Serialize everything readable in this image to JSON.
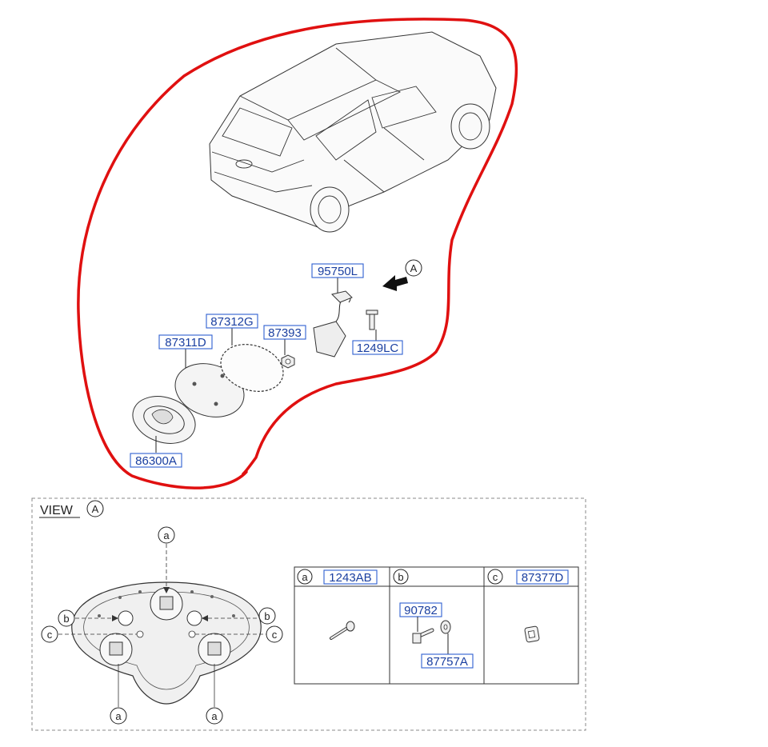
{
  "view_title": "VIEW",
  "view_marker": "A",
  "arrow_marker": "A",
  "parts": {
    "p95750L": "95750L",
    "p87312G": "87312G",
    "p87393": "87393",
    "p87311D": "87311D",
    "p1249LC": "1249LC",
    "p86300A": "86300A"
  },
  "callouts": {
    "a": "a",
    "b": "b",
    "c": "c"
  },
  "table": {
    "columns": [
      {
        "letter": "a",
        "part": "1243AB"
      },
      {
        "letter": "b",
        "part": ""
      },
      {
        "letter": "c",
        "part": "87377D"
      }
    ],
    "b_parts": {
      "top": "90782",
      "bottom": "87757A"
    }
  },
  "colors": {
    "red_outline": "#e01010",
    "part_label": "#1a3fa0",
    "label_box": "#2f5fd0"
  }
}
